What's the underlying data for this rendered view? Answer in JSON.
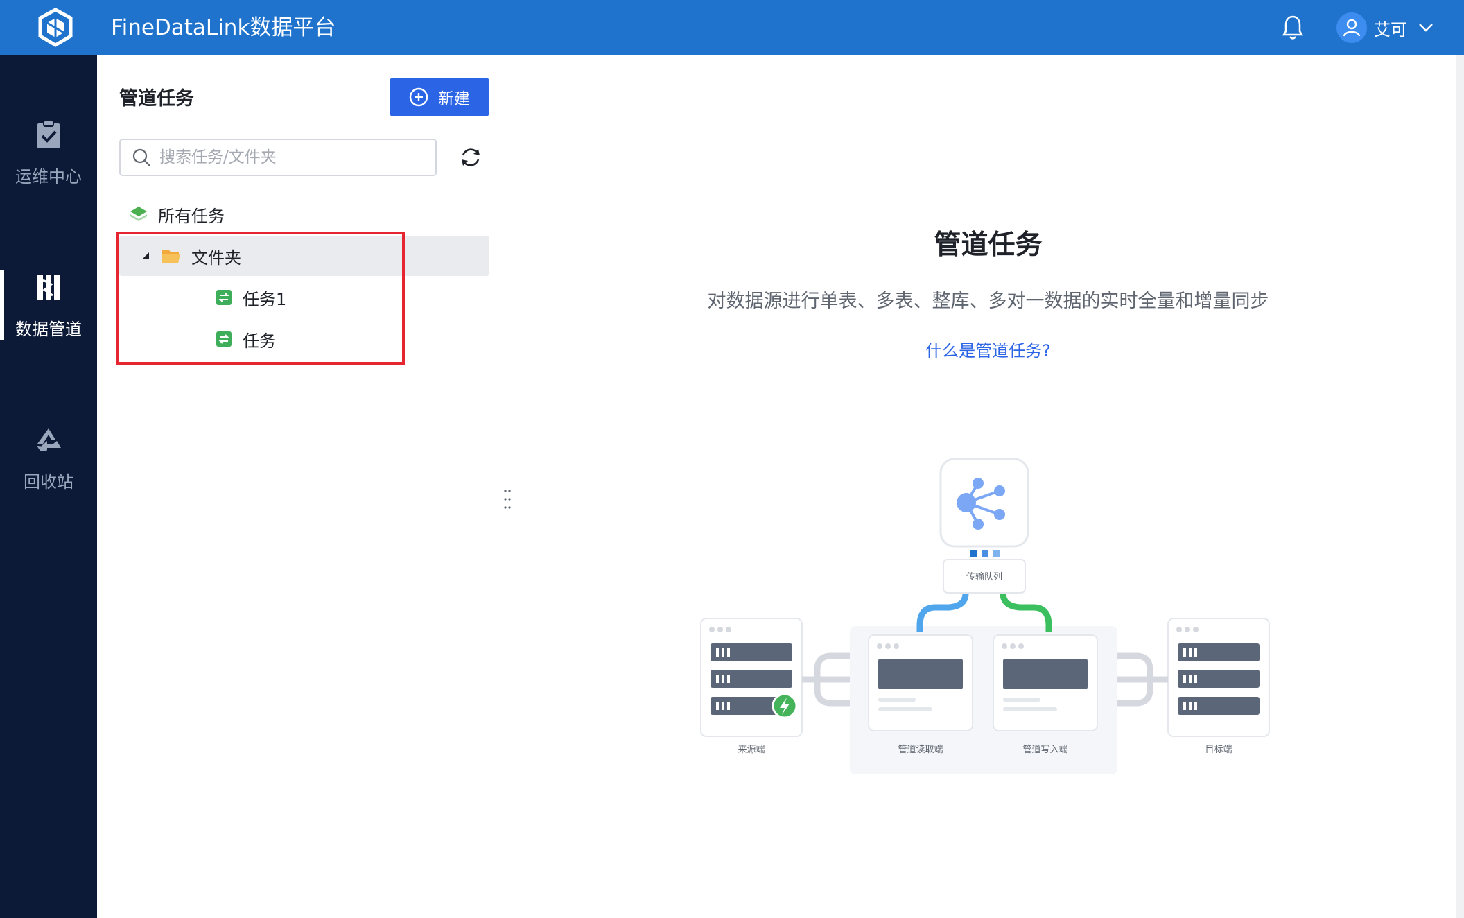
{
  "topbar": {
    "app_title": "FineDataLink数据平台",
    "user_name": "艾可",
    "brand_color": "#1f73cc"
  },
  "leftnav": {
    "items": [
      {
        "label": "运维中心",
        "icon": "clipboard-check-icon",
        "active": false
      },
      {
        "label": "数据管道",
        "icon": "pipeline-icon",
        "active": true
      },
      {
        "label": "回收站",
        "icon": "recycle-bin-icon",
        "active": false
      }
    ]
  },
  "tree_panel": {
    "title": "管道任务",
    "new_button_label": "新建",
    "search_placeholder": "搜索任务/文件夹",
    "root_label": "所有任务",
    "folder_label": "文件夹",
    "tasks": [
      "任务1",
      "任务"
    ]
  },
  "main": {
    "title": "管道任务",
    "description": "对数据源进行单表、多表、整库、多对一数据的实时全量和增量同步",
    "help_link": "什么是管道任务?",
    "diagram": {
      "queue_label": "传输队列",
      "source_label": "来源端",
      "reader_label": "管道读取端",
      "writer_label": "管道写入端",
      "target_label": "目标端"
    }
  },
  "colors": {
    "accent": "#2b65e6",
    "nav_bg": "#0c1a38",
    "highlight": "#e52630"
  }
}
